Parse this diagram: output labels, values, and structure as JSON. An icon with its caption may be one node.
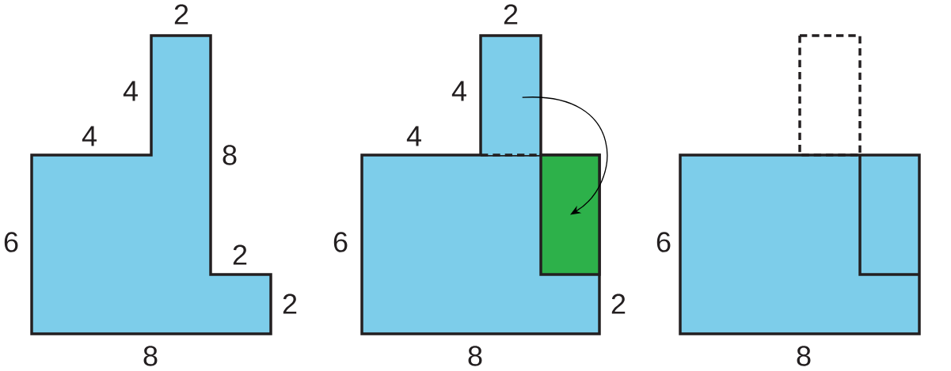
{
  "diagram": {
    "nodes": [
      {
        "text": [],
        "shape": "box"
      },
      {
        "text": [],
        "shape": "box"
      }
    ],
    "edges": [
      {
        "from": 0,
        "to": 1,
        "arrow": "to"
      }
    ],
    "labels": [
      "2",
      "4",
      "4",
      "8",
      "6",
      "2",
      "2",
      "8",
      "2",
      "4",
      "4",
      "6",
      "2",
      "8",
      "6",
      "8"
    ]
  }
}
